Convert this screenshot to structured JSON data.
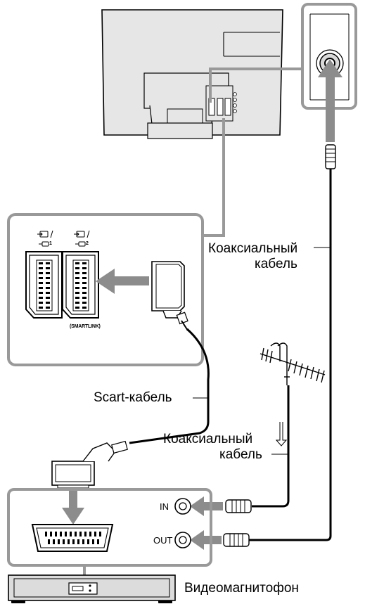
{
  "labels": {
    "coax_cable_top_line1": "Коаксиальный",
    "coax_cable_top_line2": "кабель",
    "scart_cable": "Scart-кабель",
    "coax_cable_mid_line1": "Коаксиальный",
    "coax_cable_mid_line2": "кабель",
    "vcr": "Видеомагнитофон",
    "port_in": "IN",
    "port_out": "OUT",
    "smartlink": "(SMARTLINK)",
    "scart1_number": "1",
    "scart2_number": "2"
  },
  "colors": {
    "line": "#000000",
    "tv_fill": "#e6e6e6",
    "callout_gray": "#999999",
    "arrow_gray": "#8c8c8c",
    "vcr_fill": "#dcdcdc"
  },
  "icons": [
    "antenna-icon",
    "scart-plug-icon",
    "coax-plug-icon",
    "scart-socket-icon",
    "tv-back-icon",
    "vcr-icon",
    "wall-antenna-socket-icon",
    "input-symbol-icon"
  ]
}
